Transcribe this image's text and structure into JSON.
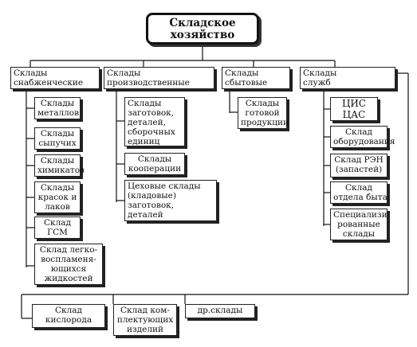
{
  "root": [
    "Складское",
    "хозяйство"
  ],
  "categories": [
    {
      "label": [
        "Склады",
        "снабженческие"
      ]
    },
    {
      "label": [
        "Склады",
        "производственные"
      ]
    },
    {
      "label": [
        "Склады",
        "сбытовые"
      ]
    },
    {
      "label": [
        "Склады",
        "служб"
      ]
    }
  ],
  "supply": [
    [
      "Склады",
      "металлов"
    ],
    [
      "Склады",
      "сыпучих"
    ],
    [
      "Склады",
      "химикатов"
    ],
    [
      "Склады",
      "красок и",
      "лаков"
    ],
    [
      "Склад",
      "ГСМ"
    ],
    [
      "Склад легко-",
      "воспламеня-",
      "ющихся",
      "жидкостей"
    ]
  ],
  "production": [
    [
      "Склады",
      "заготовок,",
      "деталей,",
      "сборочных",
      "единиц"
    ],
    [
      "Склады",
      "кооперации"
    ],
    [
      "Цеховые склады",
      "(кладовые)",
      "заготовок,",
      "деталей"
    ]
  ],
  "sales": [
    [
      "Склады",
      "готовой",
      "продукции"
    ]
  ],
  "services": [
    [
      "ЦИС",
      "ЦАС"
    ],
    [
      "Склад",
      "оборудования"
    ],
    [
      "Склад РЭН",
      "(запастей)"
    ],
    [
      "Склад",
      "отдела быта"
    ],
    [
      "Специализи-",
      "рованные",
      "склады"
    ]
  ],
  "bottom": [
    [
      "Склад",
      "кислорода"
    ],
    [
      "Склад ком-",
      "плектующих",
      "изделий"
    ],
    [
      "др.склады"
    ]
  ]
}
